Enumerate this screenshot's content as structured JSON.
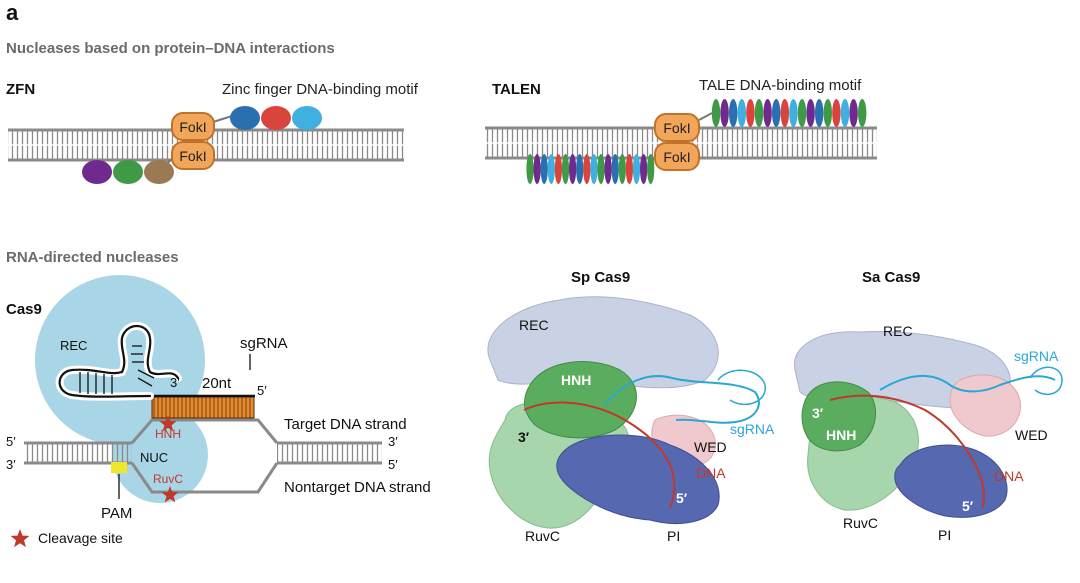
{
  "panel_letter": "a",
  "sections": {
    "protein_dna": "Nucleases based on protein–DNA interactions",
    "rna_directed": "RNA-directed nucleases"
  },
  "zfn": {
    "title": "ZFN",
    "motif_label": "Zinc finger DNA-binding motif",
    "fok_label": "FokI",
    "top_finger_colors": [
      "#2a6fb0",
      "#d9443c",
      "#3fb0e0"
    ],
    "bottom_finger_colors": [
      "#6e2a8c",
      "#3f9a46",
      "#9a7a52"
    ]
  },
  "talen": {
    "title": "TALEN",
    "motif_label": "TALE DNA-binding motif",
    "fok_label": "FokI",
    "repeat_colors": [
      "#3f9a46",
      "#6e2a8c",
      "#2a6fb0",
      "#3fb0e0",
      "#d9443c",
      "#3f9a46",
      "#6e2a8c",
      "#2a6fb0",
      "#d9443c",
      "#3fb0e0",
      "#3f9a46",
      "#6e2a8c",
      "#2a6fb0",
      "#3f9a46",
      "#d9443c",
      "#3fb0e0",
      "#6e2a8c",
      "#3f9a46"
    ]
  },
  "cas9": {
    "title": "Cas9",
    "rec": "REC",
    "nuc": "NUC",
    "three_prime": "3′",
    "five_prime": "5′",
    "sgrna": "sgRNA",
    "nt": "20nt",
    "hnh": "HNH",
    "ruvc": "RuvC",
    "pam": "PAM",
    "target_strand": "Target DNA strand",
    "nontarget_strand": "Nontarget DNA strand",
    "cleavage_site": "Cleavage site",
    "pam_color": "#f2e62a",
    "lobe_color": "#a9d6e6"
  },
  "sp_cas9": {
    "title": "Sp Cas9",
    "rec": "REC",
    "hnh": "HNH",
    "three_prime": "3′",
    "sgrna": "sgRNA",
    "wed": "WED",
    "dna": "DNA",
    "five_prime": "5′",
    "ruvc": "RuvC",
    "pi": "PI"
  },
  "sa_cas9": {
    "title": "Sa Cas9",
    "rec": "REC",
    "sgrna": "sgRNA",
    "three_prime": "3′",
    "hnh": "HNH",
    "wed": "WED",
    "dna": "DNA",
    "five_prime": "5′",
    "ruvc": "RuvC",
    "pi": "PI"
  },
  "colors": {
    "fok_fill": "#f2a659",
    "fok_stroke": "#c0722a",
    "dna": "#8a8a8a",
    "rec": "#c9d2e4",
    "hnh": "#5aac5e",
    "ruvc": "#a7d6ad",
    "pi": "#5668b0",
    "wed": "#f0c9cf",
    "sgrna": "#2aa7d2",
    "dna_red": "#c0392b",
    "grey_heading": "#6b6b6b"
  }
}
